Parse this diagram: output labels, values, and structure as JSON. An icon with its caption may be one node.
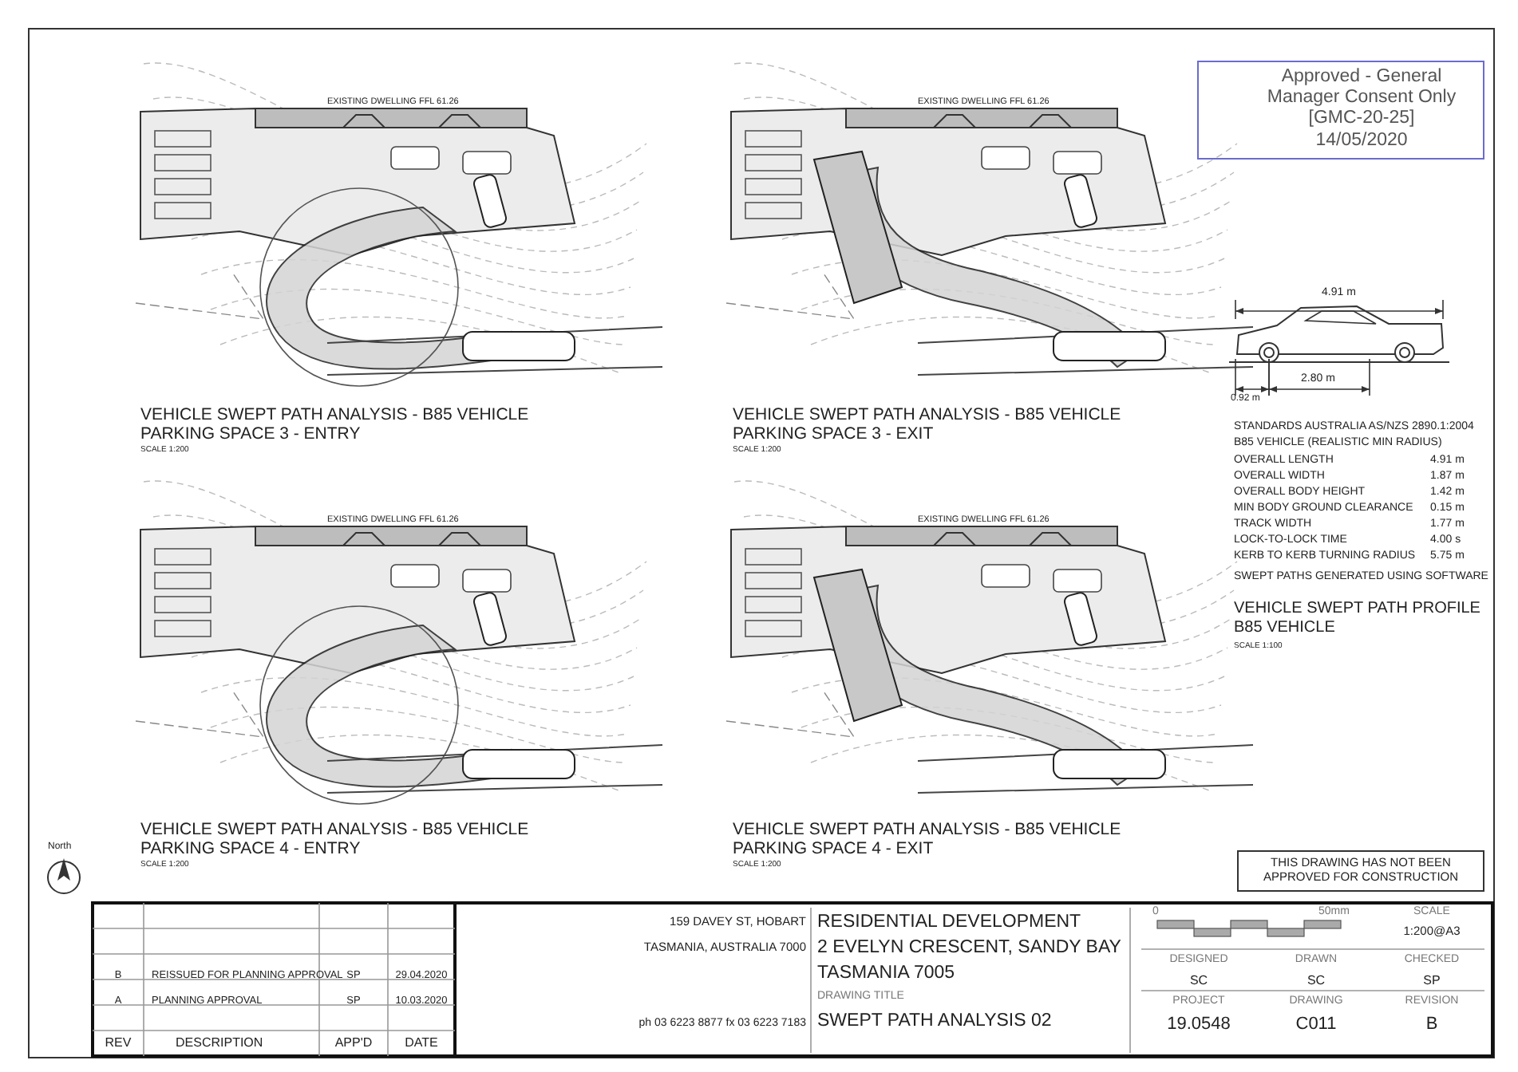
{
  "diagram": {
    "nodes": [
      {
        "text": [
          "Approved - General Manager Consent Only",
          "[GMC-20-25]",
          "14/05/2020"
        ]
      },
      {
        "text": [
          "THIS DRAWING HAS NOT BEEN APPROVED FOR CONSTRUCTION"
        ]
      }
    ],
    "labels": [
      "EXISTING DWELLING FFL 61.26",
      "EXISTING DWELLING FFL 61.26",
      "4.91 m",
      "0.92 m",
      "2.80 m",
      "VEHICLE SWEPT PATH ANALYSIS - B85 VEHICLE PARKING SPACE 3 - ENTRY",
      "SCALE 1:200",
      "VEHICLE SWEPT PATH ANALYSIS - B85 VEHICLE PARKING SPACE 3 - EXIT",
      "SCALE 1:200",
      "STANDARDS AUSTRALIA AS/NZS 2890.1:2004",
      "B85 VEHICLE (REALISTIC MIN RADIUS)",
      "OVERALL LENGTH",
      "4.91 m",
      "OVERALL WIDTH",
      "1.87 m",
      "OVERALL BODY HEIGHT",
      "1.42 m",
      "MIN BODY GROUND CLEARANCE",
      "0.15 m",
      "TRACK WIDTH",
      "1.77 m",
      "LOCK-TO-LOCK TIME",
      "4.00 s",
      "KERB TO KERB TURNING RADIUS",
      "5.75 m",
      "SWEPT PATHS GENERATED USING SOFTWARE",
      "VEHICLE SWEPT PATH PROFILE B85 VEHICLE",
      "SCALE 1:100",
      "EXISTING DWELLING FFL 61.26",
      "EXISTING DWELLING FFL 61.26",
      "VEHICLE SWEPT PATH ANALYSIS - B85 VEHICLE PARKING SPACE 4 - ENTRY",
      "SCALE 1:200",
      "VEHICLE SWEPT PATH ANALYSIS - B85 VEHICLE PARKING SPACE 4 - EXIT",
      "SCALE 1:200",
      "North",
      "B",
      "REISSUED FOR PLANNING APPROVAL",
      "SP",
      "29.04.2020",
      "A",
      "PLANNING APPROVAL",
      "SP",
      "10.03.2020",
      "REV",
      "DESCRIPTION",
      "APP'D",
      "DATE",
      "159 DAVEY ST, HOBART",
      "TASMANIA, AUSTRALIA 7000",
      "ph 03 6223 8877  fx 03 6223 7183",
      "RESIDENTIAL DEVELOPMENT",
      "2 EVELYN CRESCENT, SANDY BAY",
      "TASMANIA 7005",
      "DRAWING TITLE",
      "SWEPT PATH ANALYSIS 02",
      "0",
      "50mm",
      "SCALE",
      "1:200@A3",
      "DESIGNED",
      "DRAWN",
      "CHECKED",
      "SC",
      "SC",
      "SP",
      "PROJECT",
      "DRAWING",
      "REVISION",
      "19.0548",
      "C011",
      "B"
    ]
  }
}
